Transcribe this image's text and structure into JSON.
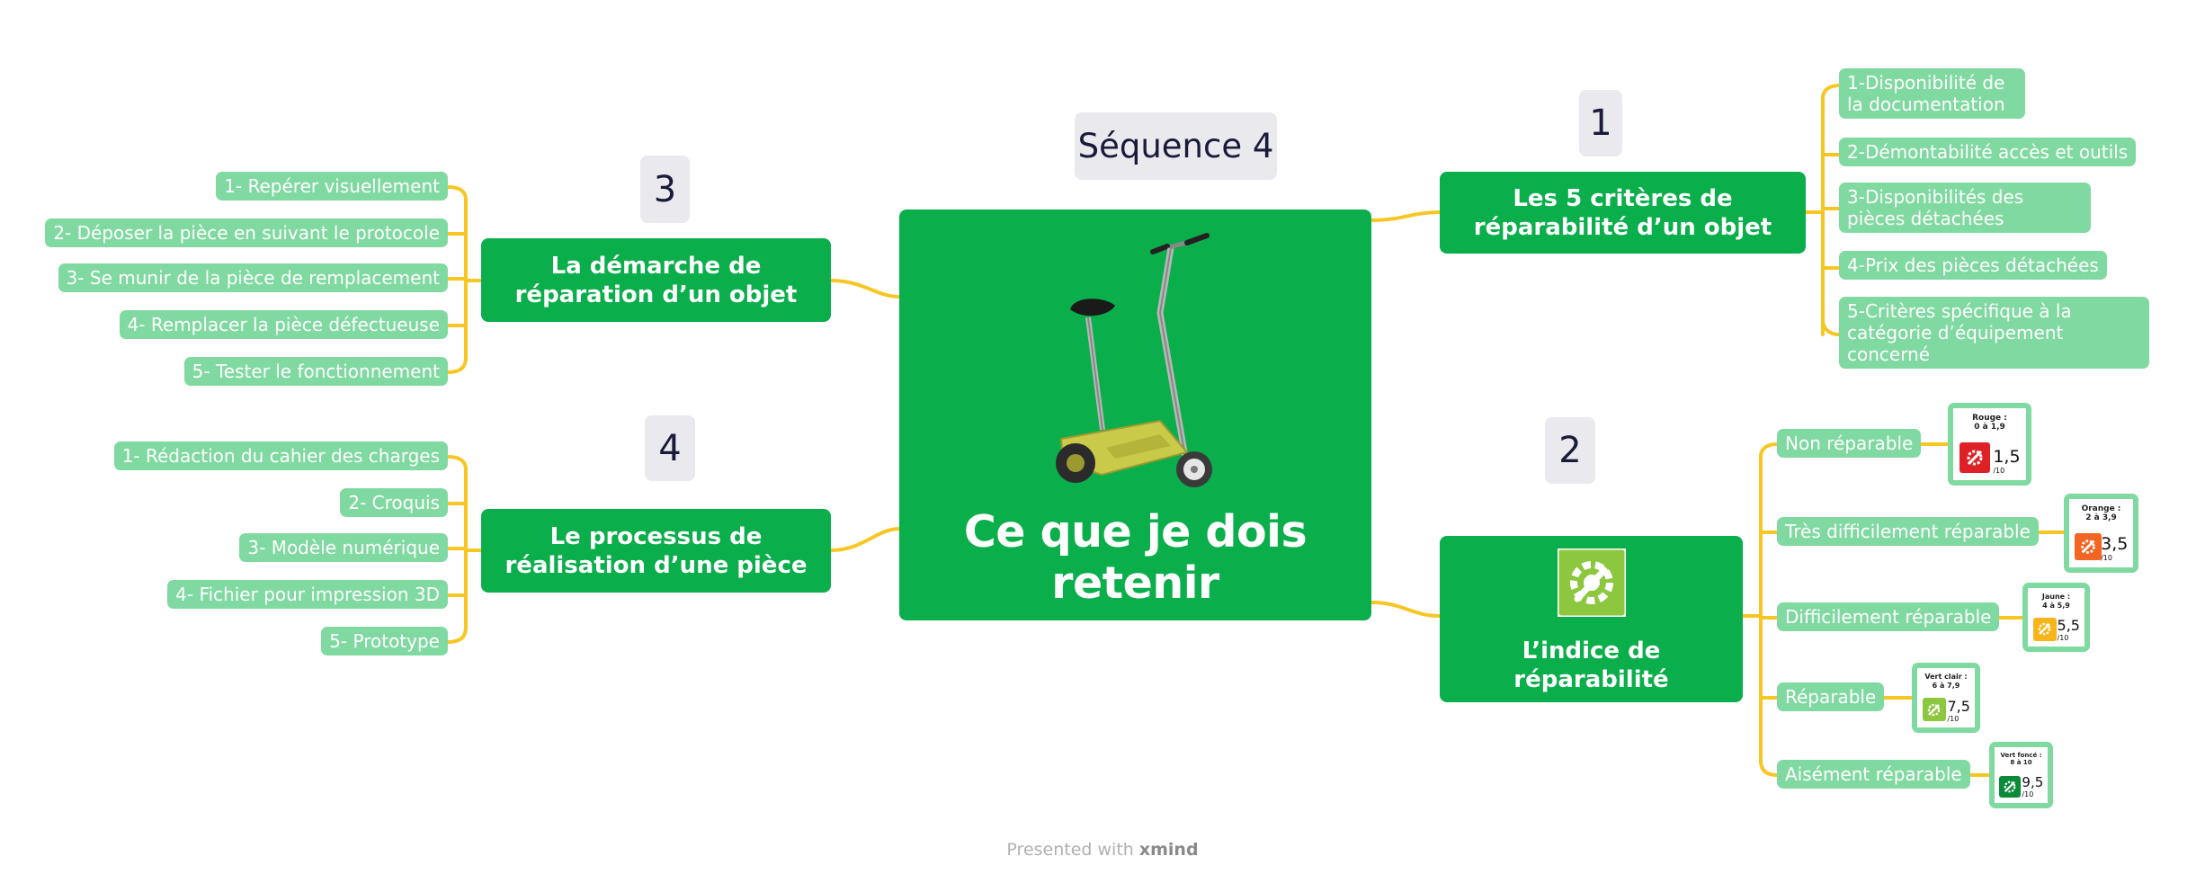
{
  "sequence": "Séquence 4",
  "central": {
    "title": "Ce que je dois retenir",
    "image": "electric-scooter"
  },
  "branches": {
    "b1": {
      "number": "1",
      "title": "Les 5 critères de réparabilité d’un objet",
      "items": [
        "1-Disponibilité de la documentation",
        "2-Démontabilité accès et outils",
        "3-Disponibilités  des pièces détachées",
        "4-Prix des pièces détachées",
        "5-Critères spécifique à la catégorie d’équipement concerné"
      ]
    },
    "b2": {
      "number": "2",
      "title": "L’indice de réparabilité",
      "icon": "repair-gear-icon",
      "items": [
        {
          "label": "Non réparable",
          "badge_text": "Rouge :",
          "badge_range": "0 à 1,9",
          "score": "1,5",
          "of": "/10",
          "color": "#e02027"
        },
        {
          "label": "Très difficilement réparable",
          "badge_text": "Orange :",
          "badge_range": "2 à 3,9",
          "score": "3,5",
          "of": "/10",
          "color": "#f26522"
        },
        {
          "label": "Difficilement réparable",
          "badge_text": "Jaune :",
          "badge_range": "4 à 5,9",
          "score": "5,5",
          "of": "/10",
          "color": "#f8b418"
        },
        {
          "label": "Réparable",
          "badge_text": "Vert clair :",
          "badge_range": "6 à 7,9",
          "score": "7,5",
          "of": "/10",
          "color": "#8dc63f"
        },
        {
          "label": "Aisément réparable",
          "badge_text": "Vert foncé :",
          "badge_range": "8 à 10",
          "score": "9,5",
          "of": "/10",
          "color": "#0b8a3a"
        }
      ]
    },
    "b3": {
      "number": "3",
      "title": "La démarche de réparation d’un objet",
      "items": [
        "1- Repérer visuellement",
        "2- Déposer la pièce en suivant le protocole",
        "3- Se munir de la pièce de remplacement",
        "4- Remplacer la pièce défectueuse",
        "5- Tester le fonctionnement"
      ]
    },
    "b4": {
      "number": "4",
      "title": "Le processus de réalisation d’une pièce",
      "items": [
        "1- Rédaction du cahier des charges",
        "2- Croquis",
        "3- Modèle numérique",
        "4- Fichier pour impression 3D",
        "5- Prototype"
      ]
    }
  },
  "footer": {
    "prefix": "Presented with",
    "brand": "xmind"
  },
  "colors": {
    "main": "#0aae4b",
    "sub": "#81d9a2",
    "connector": "#f7c623",
    "number_bg": "#e9e9ee"
  }
}
